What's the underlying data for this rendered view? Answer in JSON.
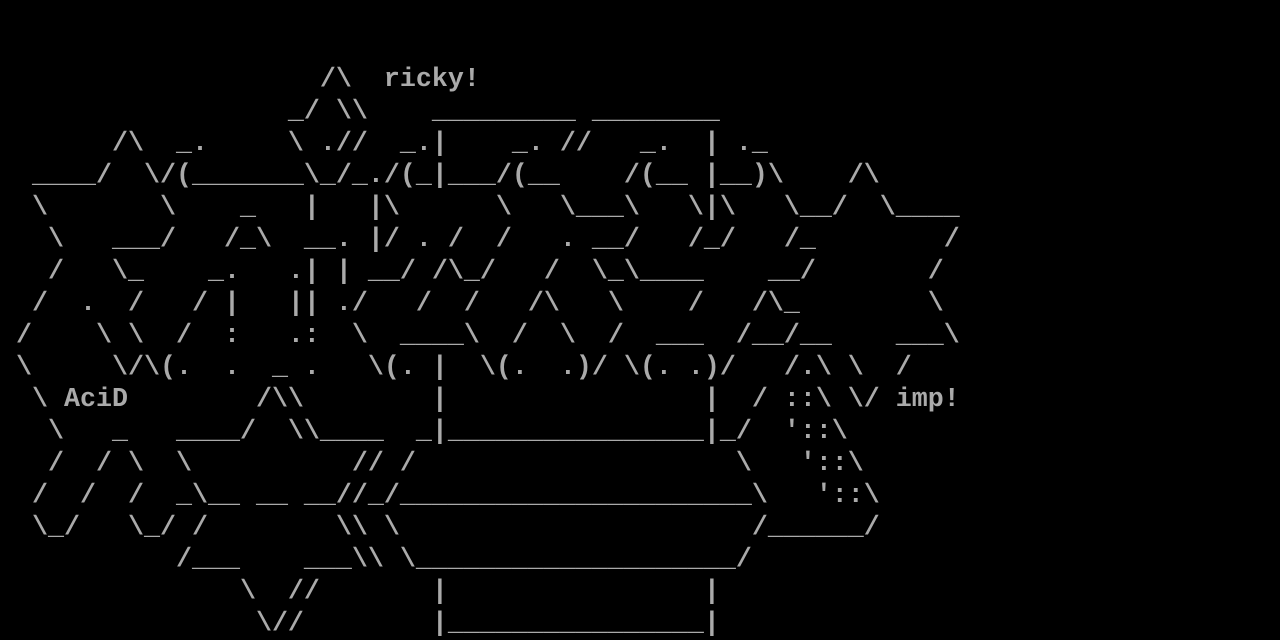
{
  "colors": {
    "background": "#000000",
    "foreground": "#aaaaaa"
  },
  "signatures": [
    "ricky!",
    "AciD",
    "imp!"
  ],
  "lines": [
    "                    /\\  ricky!",
    "                  _/ \\\\    _________ ________",
    "       /\\  _.     \\ .//  _.|    _. //   _.  | ._",
    "  ____/  \\/(_______\\_/_./(_|___/(__    /(__ |__)\\    /\\",
    "  \\       \\    _   |   |\\      \\   \\___\\   \\|\\   \\__/  \\____",
    "   \\   ___/   /_\\  __. |/ . /  /   . __/   /_/   /_        /",
    "   /   \\_    _.   .| | __/ /\\_/   /  \\_\\____    __/       /",
    "  /  .  /   / |   || ./   /  /   /\\   \\    /   /\\_        \\",
    " /    \\ \\  /  :   .:  \\  ____\\  /  \\  /  ___  /__/__    ___\\",
    " \\     \\/\\(.  .  _ .   \\(. |  \\(.  .)/ \\(. .)/   /.\\ \\  /",
    "  \\ AciD        /\\\\        |                |  / ::\\ \\/ imp!",
    "   \\   _   ____/  \\\\____  _|________________|_/  '::\\",
    "   /  / \\  \\          // /                    \\   '::\\",
    "  /  /  /  _\\__ __ __//_/______________________\\   '::\\",
    "  \\_/   \\_/ /        \\\\ \\                      /______/",
    "           /___    ___\\\\ \\____________________/",
    "               \\  //       |                |",
    "                \\//        |________________|"
  ]
}
